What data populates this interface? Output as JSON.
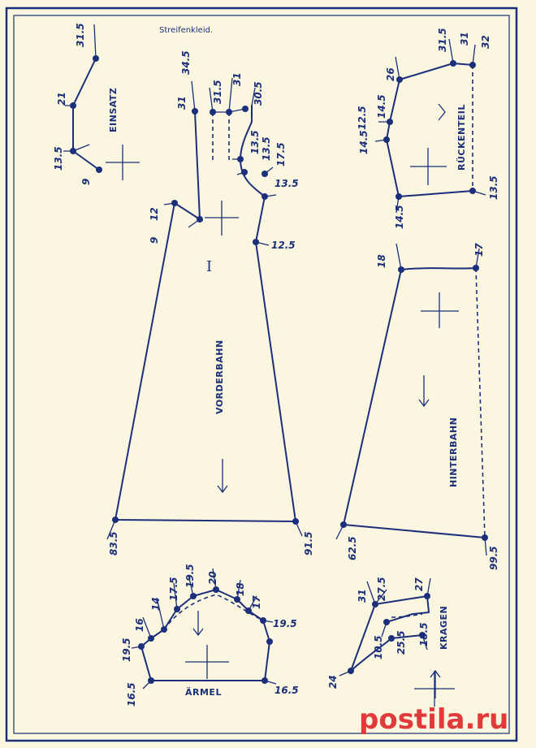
{
  "title": "Streifenkleid.",
  "watermark": "postila.ru",
  "pieces": {
    "einsatz": "EINSATZ",
    "rueckenteil": "RÜCKENTEIL",
    "vorderbahn": "VORDERBAHN",
    "hinterbahn": "HINTERBAHN",
    "aermel": "ÄRMEL",
    "kragen": "KRAGEN"
  },
  "roman_numeral": "I",
  "measurements": {
    "einsatz": [
      "31.5",
      "21",
      "13.5",
      "9"
    ],
    "rueckenteil": [
      "31.5",
      "31",
      "32",
      "26",
      "14.5",
      "12.5",
      "14.5",
      "14.5",
      "13.5"
    ],
    "vorderbahn_top": [
      "34.5",
      "31",
      "31.5",
      "31",
      "30.5",
      "13.5",
      "13.5",
      "17.5",
      "13.5",
      "12",
      "9",
      "12.5"
    ],
    "vorderbahn_bottom": [
      "83.5",
      "91.5"
    ],
    "hinterbahn": [
      "18",
      "17",
      "62.5",
      "99.5"
    ],
    "aermel": [
      "20",
      "19.5",
      "17.5",
      "14",
      "16",
      "19.5",
      "18",
      "17",
      "19.5",
      "16.5",
      "16.5"
    ],
    "kragen": [
      "31",
      "27.5",
      "27",
      "10.5",
      "25.5",
      "18.5",
      "24"
    ]
  }
}
